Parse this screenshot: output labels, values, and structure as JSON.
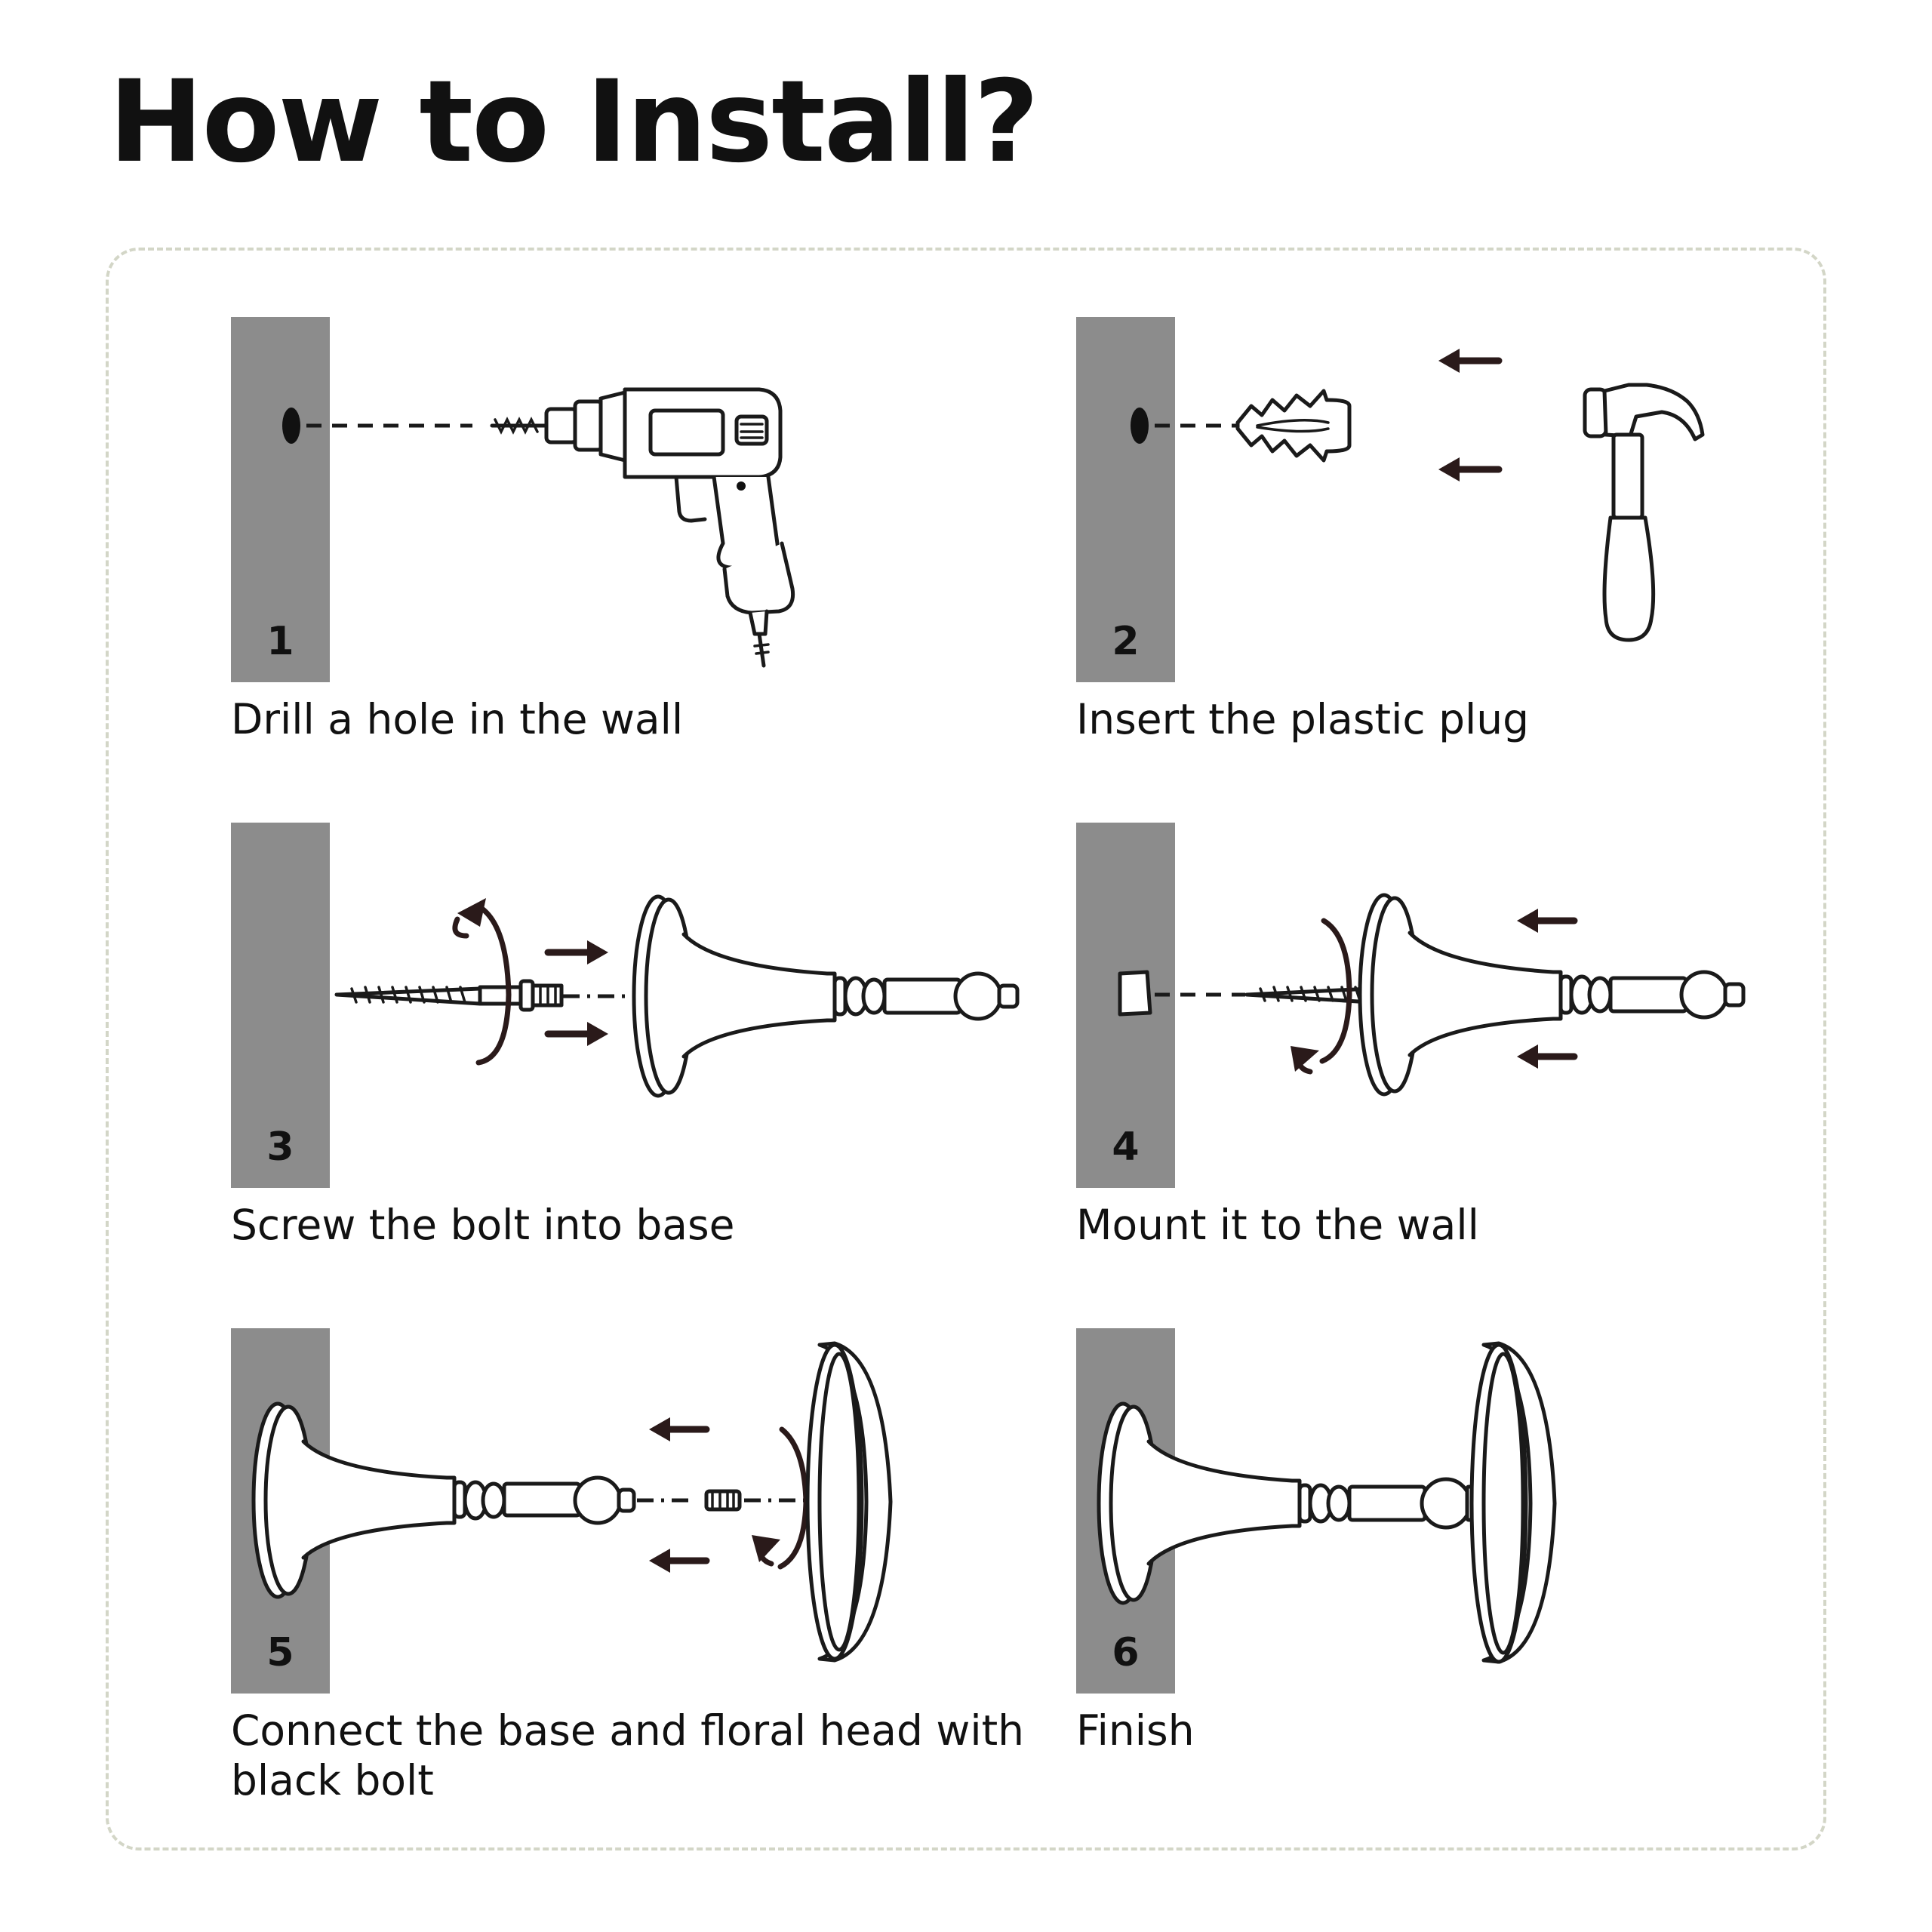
{
  "title": "How to Install?",
  "steps": [
    {
      "number": "1",
      "caption": "Drill a hole in the wall"
    },
    {
      "number": "2",
      "caption": "Insert the plastic plug"
    },
    {
      "number": "3",
      "caption": "Screw the bolt into base"
    },
    {
      "number": "4",
      "caption": "Mount it to the wall"
    },
    {
      "number": "5",
      "caption": "Connect the base and floral head with black bolt"
    },
    {
      "number": "6",
      "caption": "Finish"
    }
  ],
  "colors": {
    "wall": "#8c8c8c",
    "arrow": "#2a1a1a",
    "frame": "#d3d6c7"
  }
}
